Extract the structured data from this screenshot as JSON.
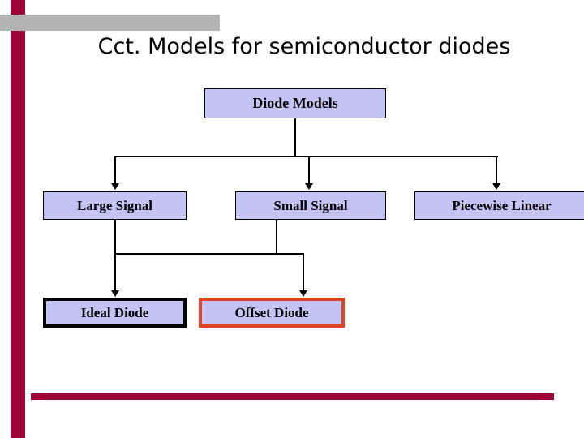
{
  "slide": {
    "title": "Cct. Models for semiconductor diodes",
    "colors": {
      "accent_bar": "#9C0336",
      "gray_bar": "#B3B3B3",
      "node_fill": "#C3C3F5",
      "node_border": "#000000",
      "highlight_border": "#DC4520"
    }
  },
  "diagram": {
    "type": "tree",
    "nodes": [
      {
        "id": "root",
        "label": "Diode Models",
        "level": 0,
        "emphasis": "none"
      },
      {
        "id": "large",
        "label": "Large Signal",
        "level": 1,
        "emphasis": "none"
      },
      {
        "id": "small",
        "label": "Small Signal",
        "level": 1,
        "emphasis": "none"
      },
      {
        "id": "piecewise",
        "label": "Piecewise Linear",
        "level": 1,
        "emphasis": "none"
      },
      {
        "id": "ideal",
        "label": "Ideal Diode",
        "level": 2,
        "emphasis": "thick-black"
      },
      {
        "id": "offset",
        "label": "Offset Diode",
        "level": 2,
        "emphasis": "thick-red"
      }
    ],
    "edges": [
      {
        "from": "root",
        "to": "large"
      },
      {
        "from": "root",
        "to": "small"
      },
      {
        "from": "root",
        "to": "piecewise"
      },
      {
        "from": "large",
        "to": "ideal"
      },
      {
        "from": "large",
        "to": "offset"
      }
    ]
  }
}
